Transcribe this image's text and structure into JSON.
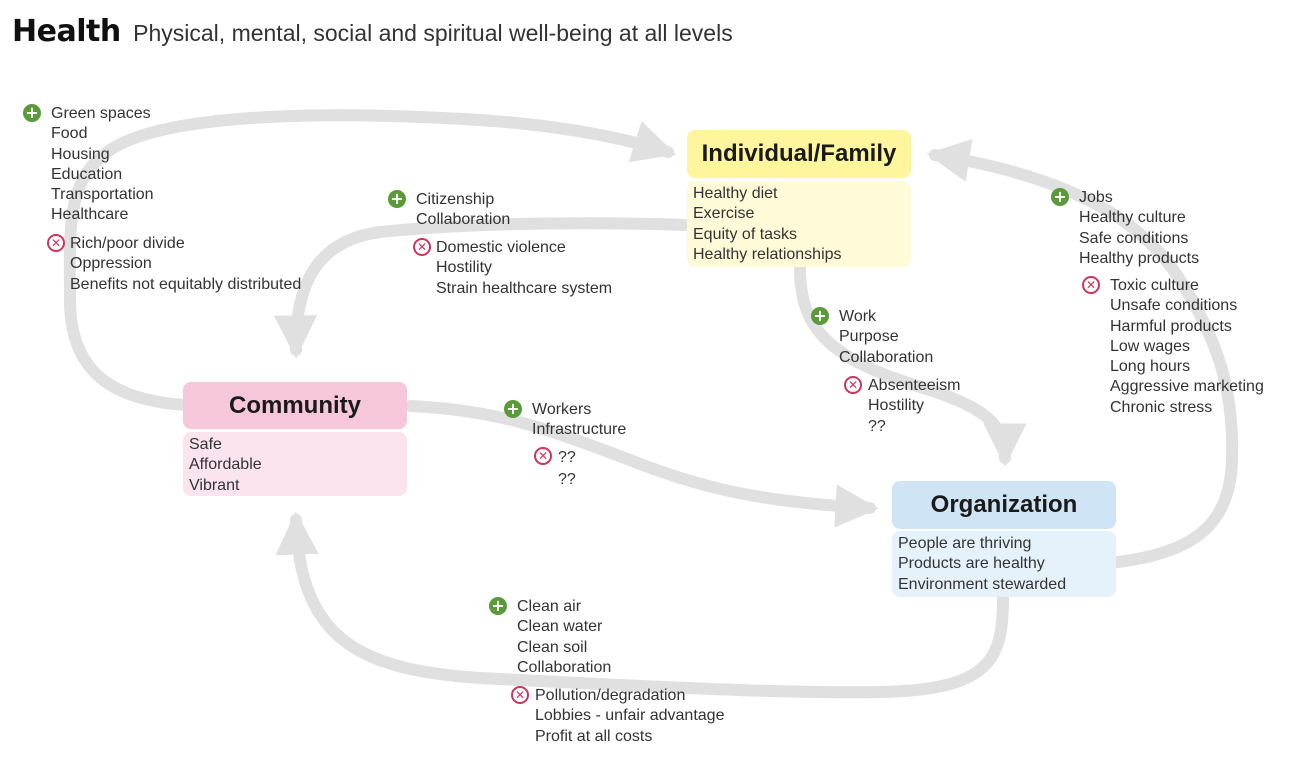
{
  "header": {
    "title": "Health",
    "subtitle": "Physical, mental, social and spiritual well-being at all levels"
  },
  "colors": {
    "arrow": "#e0e0e0",
    "positive": "#5a9a3b",
    "negative": "#d0345c",
    "individual": "#fff59d",
    "individual_body": "#fffbd9",
    "community": "#f6c6da",
    "community_body": "#fbe4ee",
    "organization": "#cfe5f6",
    "organization_body": "#e6f2fb"
  },
  "nodes": {
    "individual": {
      "title": "Individual/Family",
      "items": [
        "Healthy diet",
        "Exercise",
        "Equity of tasks",
        "Healthy relationships"
      ]
    },
    "community": {
      "title": "Community",
      "items": [
        "Safe",
        "Affordable",
        "Vibrant"
      ]
    },
    "organization": {
      "title": "Organization",
      "items": [
        "People are thriving",
        "Products are healthy",
        "Environment stewarded"
      ]
    }
  },
  "links": {
    "community_to_individual": {
      "positive": [
        "Green spaces",
        "Food",
        "Housing",
        "Education",
        "Transportation",
        "Healthcare"
      ],
      "negative": [
        "Rich/poor divide",
        "Oppression",
        "Benefits not equitably distributed"
      ]
    },
    "individual_to_community": {
      "positive": [
        "Citizenship",
        "Collaboration"
      ],
      "negative": [
        "Domestic violence",
        "Hostility",
        "Strain healthcare system"
      ]
    },
    "organization_to_individual": {
      "positive": [
        "Jobs",
        "Healthy culture",
        "Safe conditions",
        "Healthy products"
      ],
      "negative": [
        "Toxic culture",
        "Unsafe conditions",
        "Harmful products",
        "Low wages",
        "Long hours",
        "Aggressive marketing",
        "Chronic stress"
      ]
    },
    "individual_to_organization": {
      "positive": [
        "Work",
        "Purpose",
        "Collaboration"
      ],
      "negative": [
        "Absenteeism",
        "Hostility",
        "??"
      ]
    },
    "community_to_organization": {
      "positive": [
        "Workers",
        "Infrastructure"
      ],
      "negative": [
        "??",
        "??"
      ]
    },
    "organization_to_community": {
      "positive": [
        "Clean air",
        "Clean water",
        "Clean soil",
        "Collaboration"
      ],
      "negative": [
        "Pollution/degradation",
        "Lobbies - unfair advantage",
        "Profit at all costs"
      ]
    }
  }
}
